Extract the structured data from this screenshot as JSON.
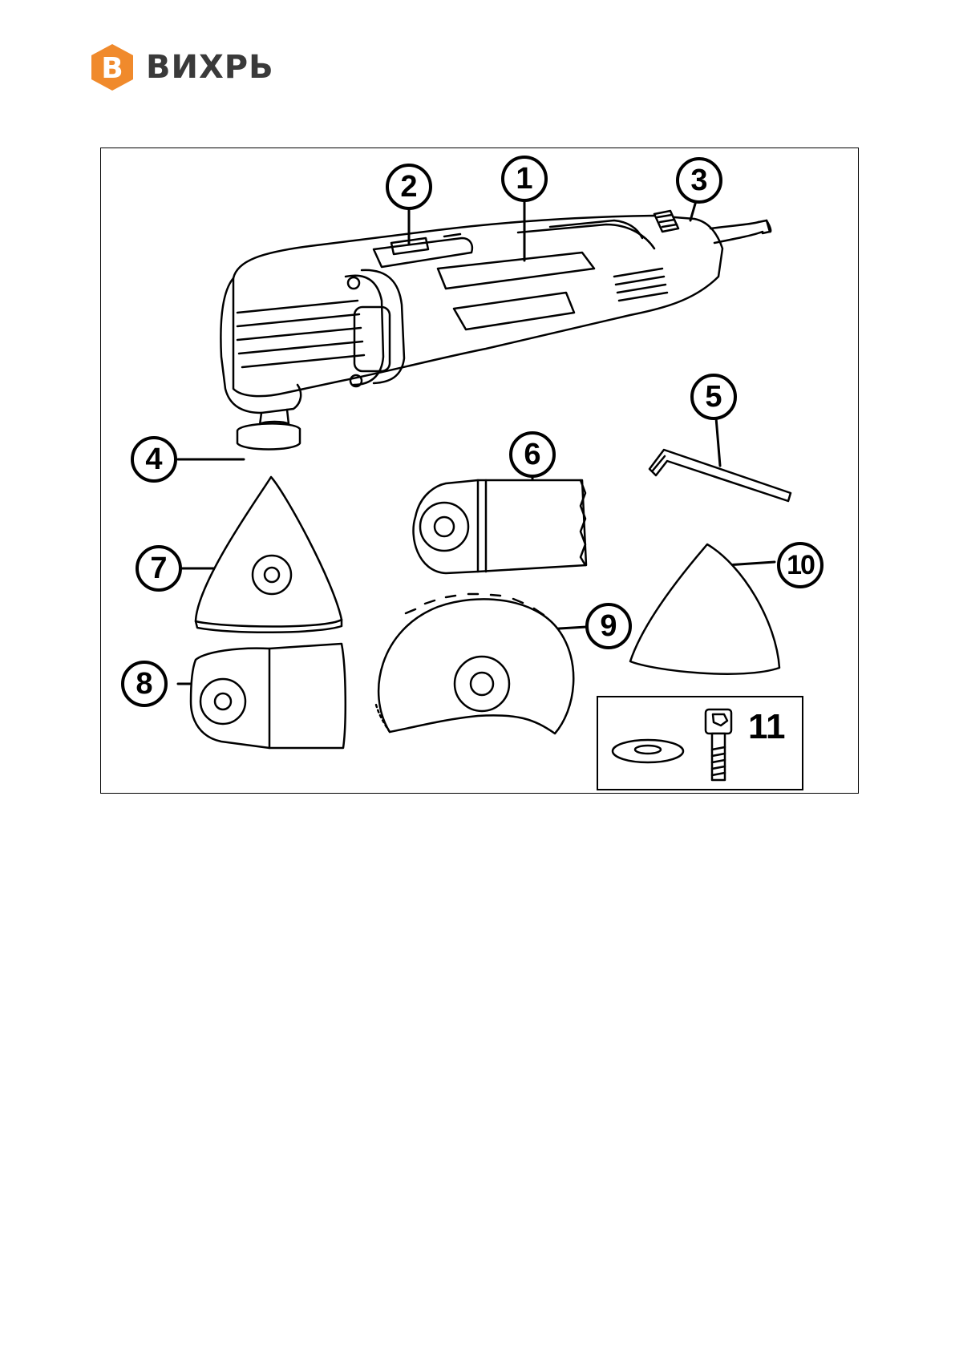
{
  "brand": {
    "name": "ВИХРЬ",
    "logo_letter": "В",
    "accent_color": "#f08a2c"
  },
  "figure": {
    "callouts": [
      "1",
      "2",
      "3",
      "4",
      "5",
      "6",
      "7",
      "8",
      "9",
      "10"
    ],
    "kit_label": "11"
  }
}
